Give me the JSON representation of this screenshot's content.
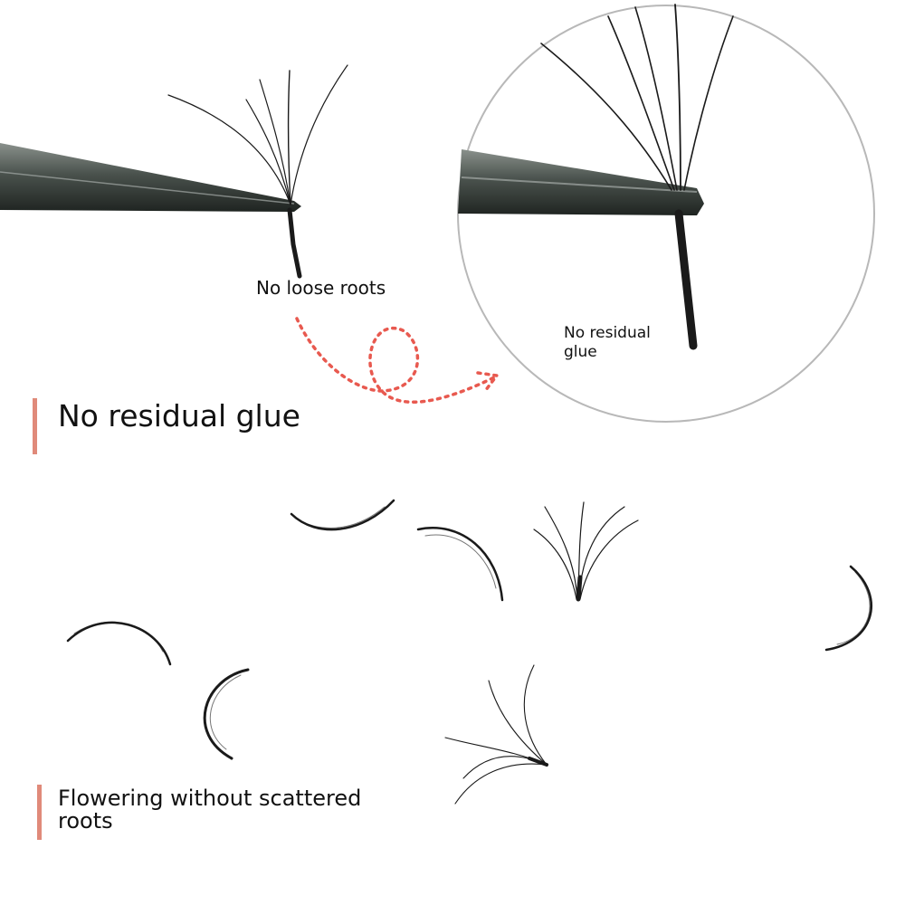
{
  "labels": {
    "no_loose_roots": "No loose roots",
    "no_residual_glue_small": "No residual\nglue",
    "no_residual_glue_heading": "No residual glue",
    "flowering_heading": "Flowering without scattered\nroots"
  },
  "colors": {
    "accent_bar": "#e08a7a",
    "dotted_arrow": "#e8594f",
    "lash": "#1a1a1a",
    "tweezer": "#3d4540"
  }
}
